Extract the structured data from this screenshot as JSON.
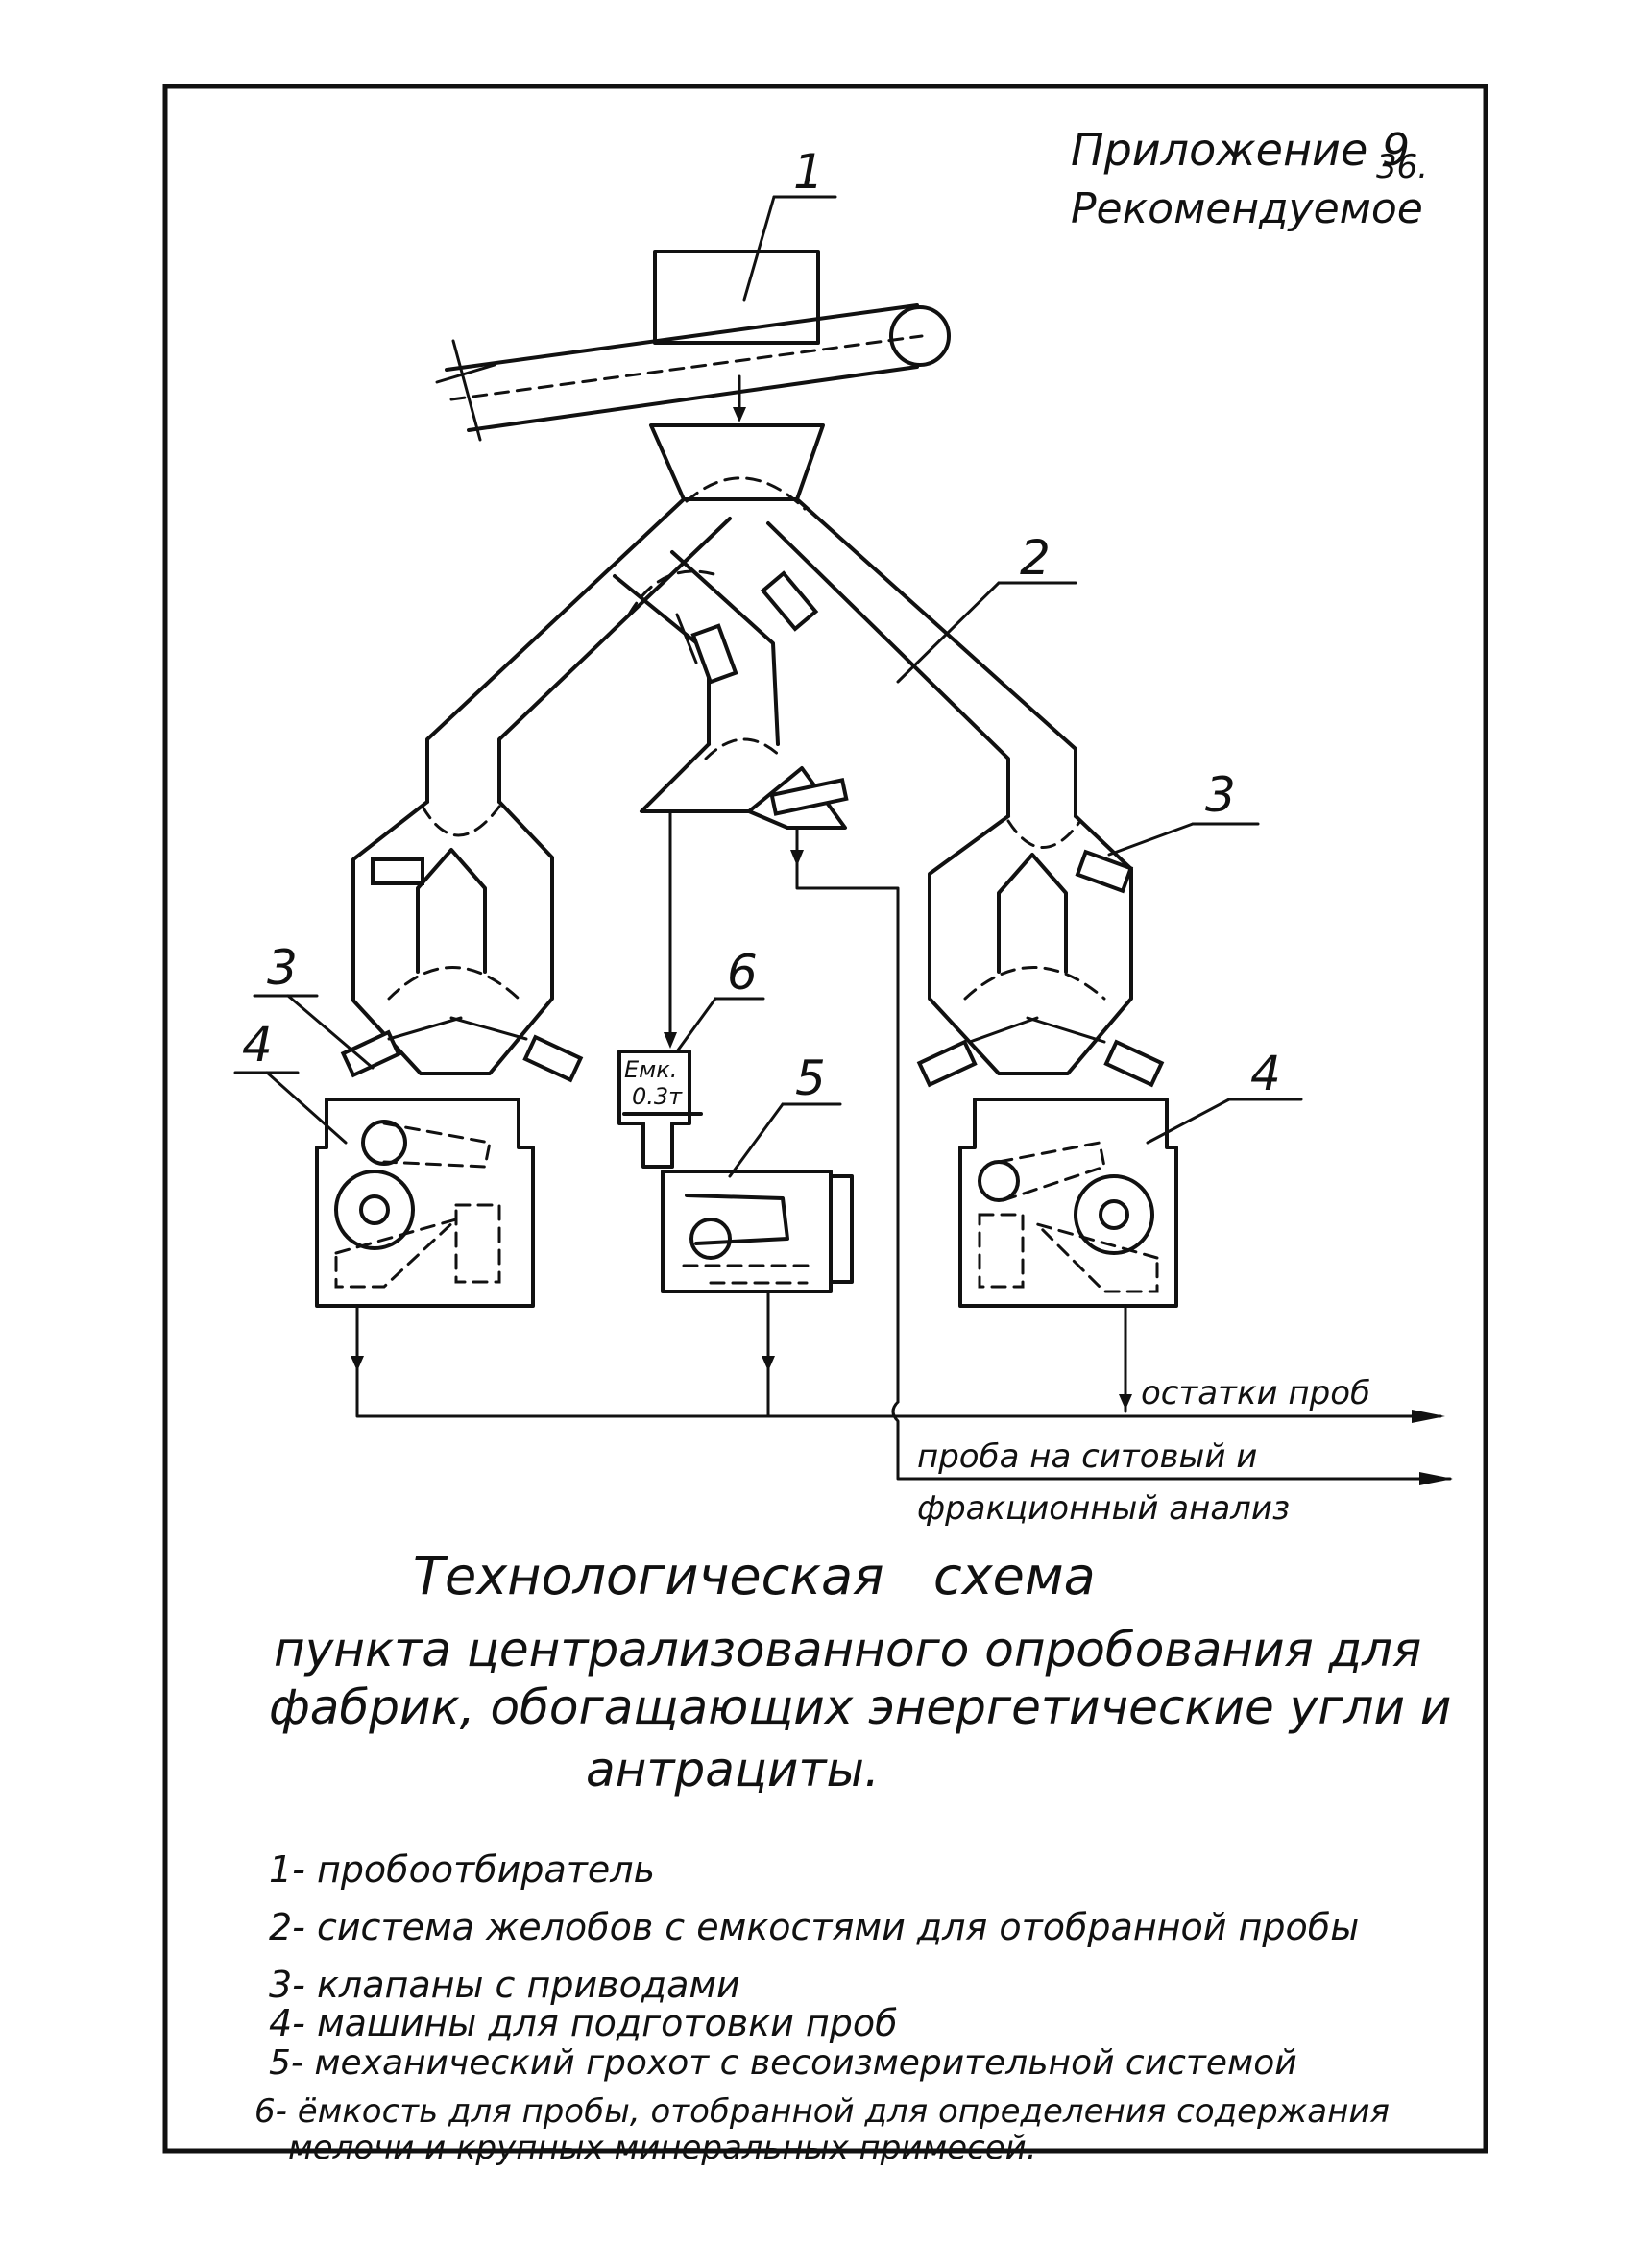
{
  "header": {
    "appendix": "Приложение 9",
    "recommended": "Рекомендуемое",
    "page_number": "36."
  },
  "diagram": {
    "callouts": [
      "1",
      "2",
      "3",
      "3",
      "4",
      "4",
      "5",
      "6"
    ],
    "container_label_line1": "Емк.",
    "container_label_line2": "0.3т",
    "outputs": {
      "remains": "остатки проб",
      "analysis_line1": "проба на ситовый и",
      "analysis_line2": "фракционный анализ"
    }
  },
  "title": {
    "line1": "Технологическая   схема",
    "line2": "пункта централизованного опробования для",
    "line3": "фабрик, обогащающих энергетические угли и",
    "line4": "антрациты."
  },
  "legend": [
    "1- пробоотбиратель",
    "2- система желобов с емкостями для отобранной пробы",
    "3- клапаны с приводами",
    "4- машины для подготовки проб",
    "5- механический грохот с весоизмерительной системой",
    "6- ёмкость для пробы, отобранной для определения содержания",
    "мелочи и крупных минеральных примесей."
  ]
}
